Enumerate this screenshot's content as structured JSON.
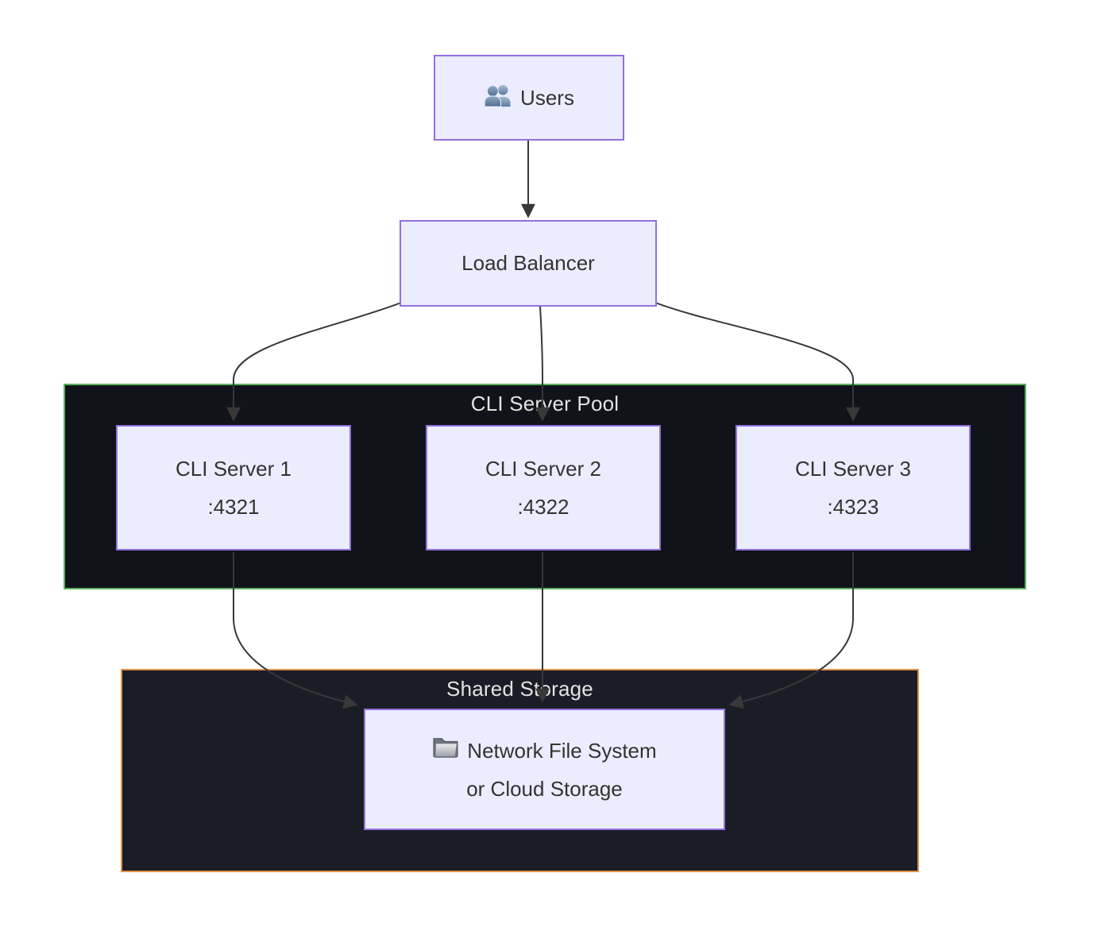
{
  "nodes": {
    "users": {
      "label": "Users",
      "icon": "people-icon"
    },
    "load_balancer": {
      "label": "Load Balancer"
    },
    "server1": {
      "name": "CLI Server 1",
      "port": ":4321"
    },
    "server2": {
      "name": "CLI Server 2",
      "port": ":4322"
    },
    "server3": {
      "name": "CLI Server 3",
      "port": ":4323"
    },
    "storage_node": {
      "line1": "Network File System",
      "line2": "or Cloud Storage",
      "icon": "folder-icon"
    }
  },
  "clusters": {
    "pool": {
      "title": "CLI Server Pool",
      "border_color": "#5fae60",
      "fill": "#10131a",
      "title_color": "#e3e3e3"
    },
    "storage": {
      "title": "Shared Storage",
      "border_color": "#e2924c",
      "fill": "#1a1d26",
      "title_color": "#e3e3e3"
    }
  },
  "edges": [
    {
      "from": "users",
      "to": "load_balancer"
    },
    {
      "from": "load_balancer",
      "to": "server1"
    },
    {
      "from": "load_balancer",
      "to": "server2"
    },
    {
      "from": "load_balancer",
      "to": "server3"
    },
    {
      "from": "server1",
      "to": "storage_node"
    },
    {
      "from": "server2",
      "to": "storage_node"
    },
    {
      "from": "server3",
      "to": "storage_node"
    }
  ],
  "colors": {
    "node_fill": "#ECECFF",
    "node_border": "#9370DB",
    "node_text": "#333333",
    "edge": "#383838",
    "background": "#ffffff"
  }
}
